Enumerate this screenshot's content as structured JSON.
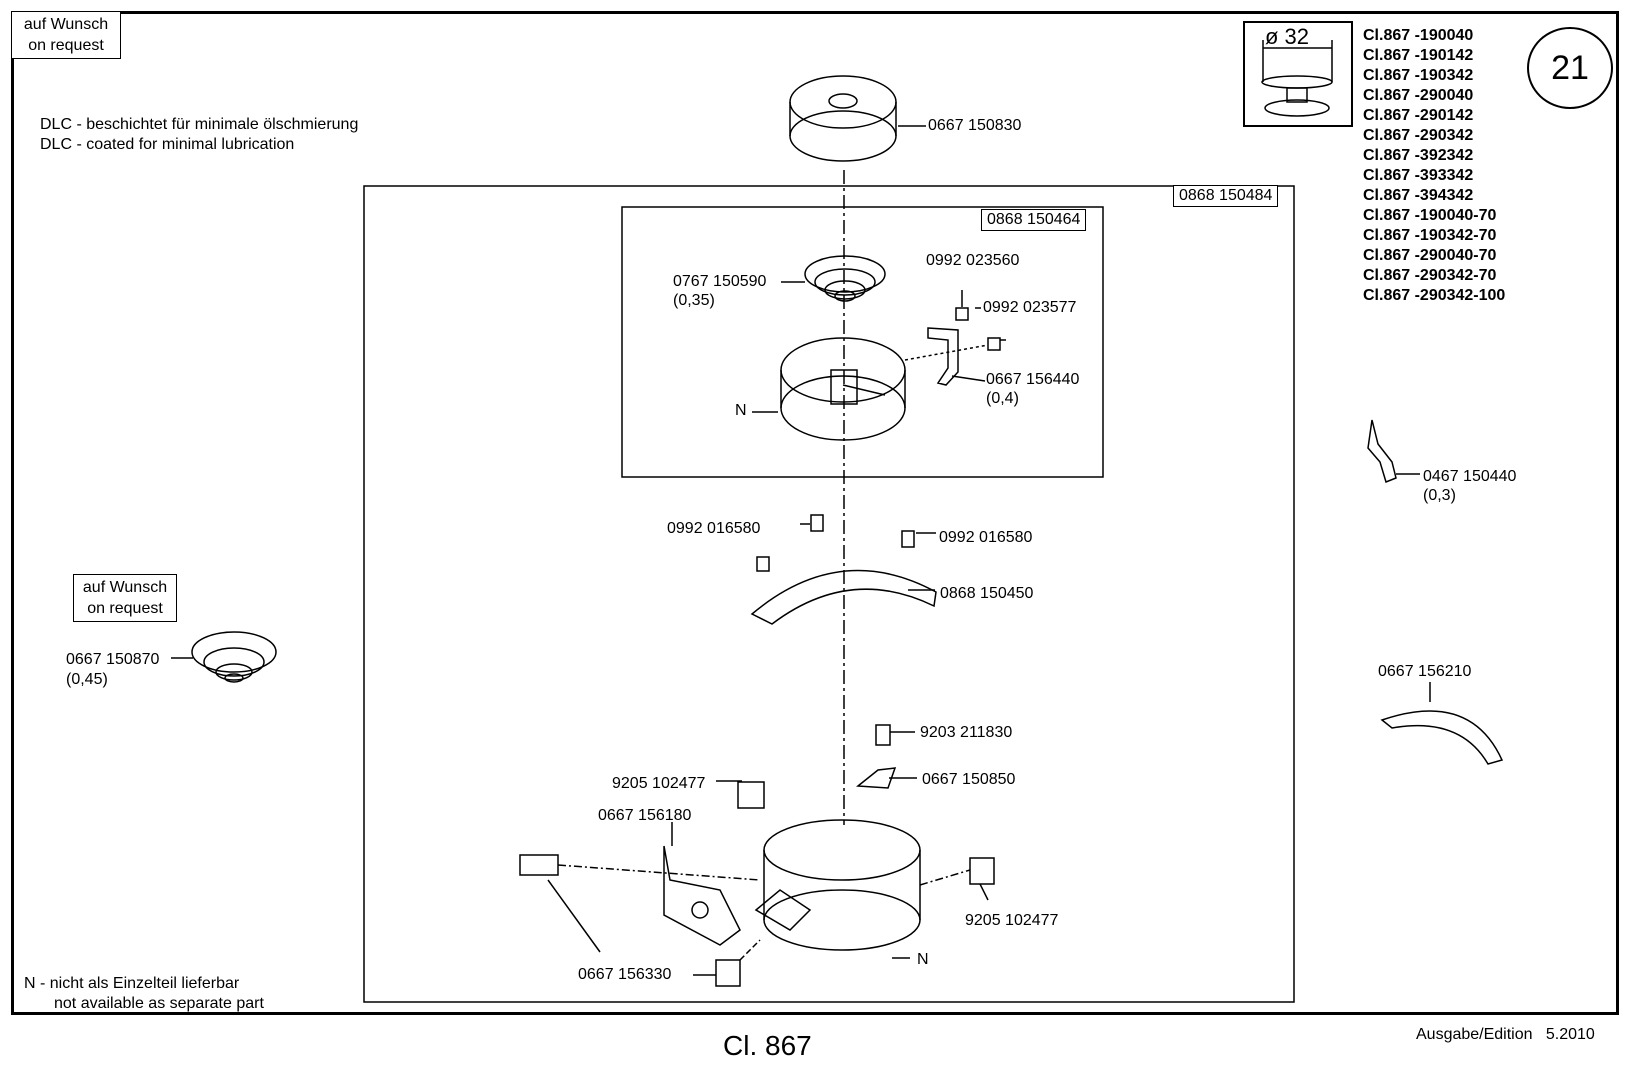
{
  "request_tag": {
    "line1": "auf Wunsch",
    "line2": "on request"
  },
  "dlc_note": {
    "de": "DLC - beschichtet für minimale ölschmierung",
    "en": "DLC - coated for minimal lubrication"
  },
  "bobbin_diameter": "ø 32",
  "model_list": [
    "Cl.867 -190040",
    "Cl.867 -190142",
    "Cl.867 -190342",
    "Cl.867 -290040",
    "Cl.867 -290142",
    "Cl.867 -290342",
    "Cl.867 -392342",
    "Cl.867 -393342",
    "Cl.867 -394342",
    "Cl.867 -190040-70",
    "Cl.867 -190342-70",
    "Cl.867 -290040-70",
    "Cl.867 -290342-70",
    "Cl.867 -290342-100"
  ],
  "page_number": "21",
  "assemblies": {
    "outer": "0868 150484",
    "inner": "0868 150464"
  },
  "parts": {
    "bobbin": "0667 150830",
    "bobbin_case_spring_left": "0767 150590",
    "bobbin_case_spring_left_size": "(0,35)",
    "screw_a": "0992 023560",
    "screw_b": "0992 023577",
    "latch_spring": "0667 156440",
    "latch_spring_size": "(0,4)",
    "not_available_mark": "N",
    "side_spring": "0467 150440",
    "side_spring_size": "(0,3)",
    "screw_c_left": "0992 016580",
    "screw_c_right": "0992 016580",
    "gib": "0868 150450",
    "request_spring": "0667 150870",
    "request_spring_size": "(0,45)",
    "alt_gib": "0667 156210",
    "screw_d": "9203 211830",
    "hook_guard": "0667 150850",
    "set_screw_top": "9205 102477",
    "hook_plate": "0667 156180",
    "set_screw_right": "9205 102477",
    "cap_screw": "0667 156330",
    "hook_n": "N"
  },
  "footnote": {
    "de": "N - nicht als Einzelteil lieferbar",
    "en": "not available as separate part"
  },
  "footer_title": "Cl. 867",
  "edition": "Ausgabe/Edition   5.2010"
}
